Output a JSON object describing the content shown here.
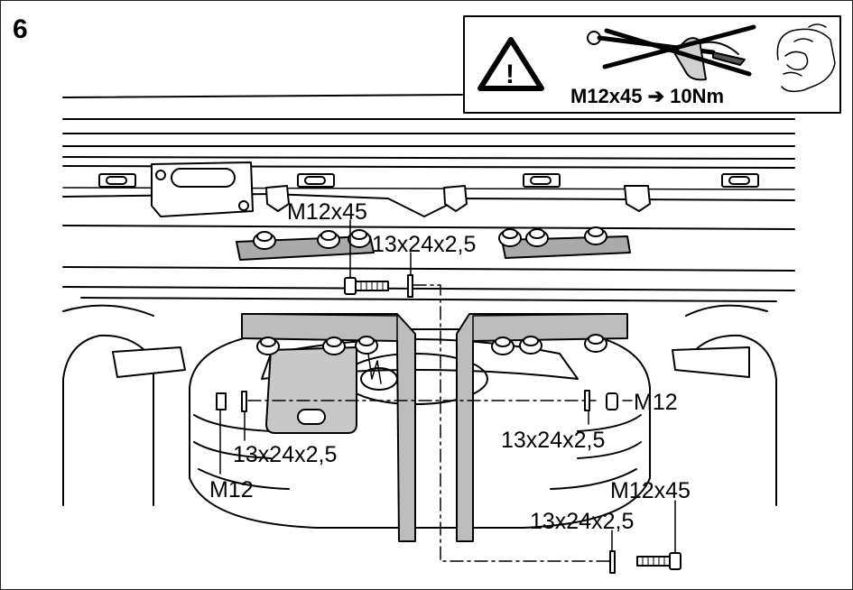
{
  "step_number": "6",
  "warning": {
    "icon": "warning-triangle-icon",
    "symbol": "!",
    "torque_text": "M12x45 ➔ 10Nm",
    "forbidden_tool": "torque-wrench-crossed-icon",
    "hand_tool": "hand-tighten-icon"
  },
  "labels": {
    "bolt_top": "M12x45",
    "washer_top": "13x24x2,5",
    "nut_right": "M12",
    "washer_right": "13x24x2,5",
    "washer_left": "13x24x2,5",
    "nut_left": "M12",
    "bolt_bottom": "M12x45",
    "washer_bottom": "13x24x2,5"
  }
}
